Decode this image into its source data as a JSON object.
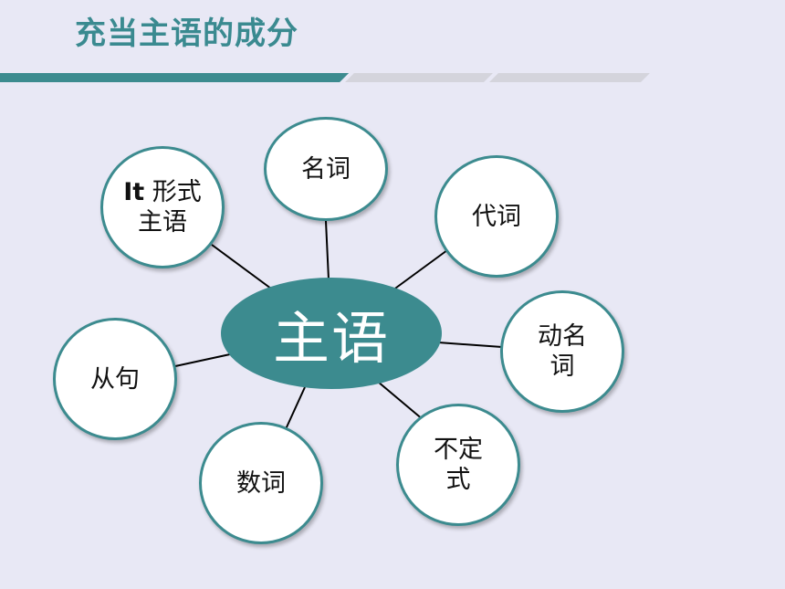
{
  "title": "充当主语的成分",
  "center": "主语",
  "nodes": {
    "it_form": {
      "line1_prefix": "It",
      "line1_rest": " 形式",
      "line2": "主语"
    },
    "noun": {
      "label": "名词"
    },
    "pronoun": {
      "label": "代词"
    },
    "gerund": {
      "line1": "动名",
      "line2": "词"
    },
    "infinitive": {
      "line1": "不定",
      "line2": "式"
    },
    "numeral": {
      "label": "数词"
    },
    "clause": {
      "label": "从句"
    }
  },
  "colors": {
    "title": "#3a8a90",
    "accent": "#3c8b8f",
    "background": "#e8e8f5",
    "bar_light": "#d4d4dc"
  }
}
